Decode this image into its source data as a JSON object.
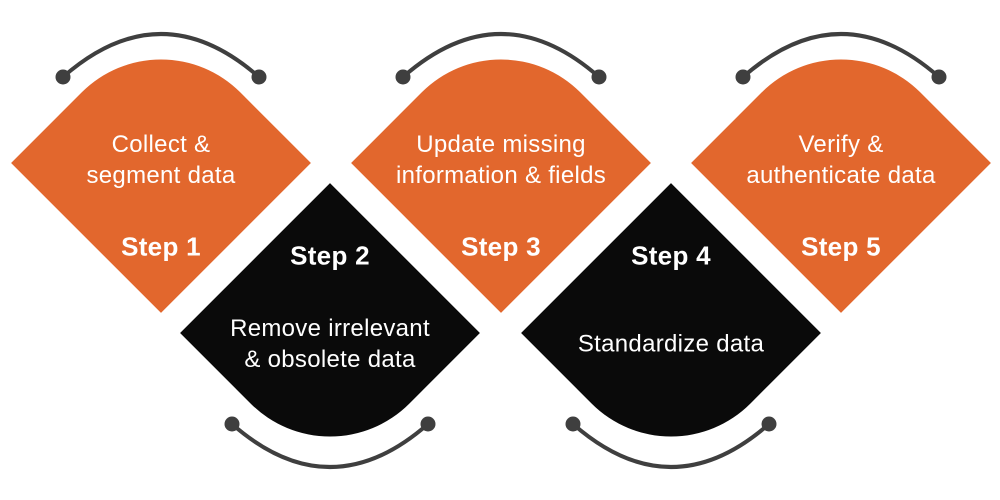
{
  "colors": {
    "background": "#FFFFFF",
    "orange": "#E2672D",
    "black": "#0A0A0A",
    "arc": "#3F3F3F",
    "text": "#FFFFFF"
  },
  "steps": [
    {
      "label": "Step 1",
      "description": "Collect & segment data",
      "description_lines": [
        "Collect &",
        "segment data"
      ],
      "variant": "orange",
      "row": "top"
    },
    {
      "label": "Step 2",
      "description": "Remove irrelevant & obsolete data",
      "description_lines": [
        "Remove irrelevant",
        "& obsolete data"
      ],
      "variant": "black",
      "row": "bottom"
    },
    {
      "label": "Step 3",
      "description": "Update missing information & fields",
      "description_lines": [
        "Update missing",
        "information & fields"
      ],
      "variant": "orange",
      "row": "top"
    },
    {
      "label": "Step 4",
      "description": "Standardize data",
      "description_lines": [
        "Standardize data"
      ],
      "variant": "black",
      "row": "bottom"
    },
    {
      "label": "Step 5",
      "description": "Verify & authenticate data",
      "description_lines": [
        "Verify &",
        "authenticate data"
      ],
      "variant": "orange",
      "row": "top"
    }
  ]
}
